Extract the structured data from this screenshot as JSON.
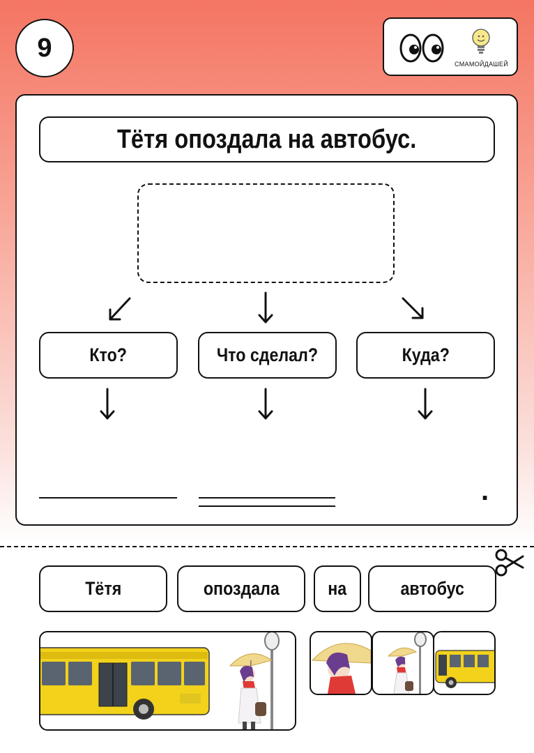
{
  "page": {
    "number": "9"
  },
  "logo": {
    "text": "СМАМОЙДАШЕЙ"
  },
  "task": {
    "sentence": "Тётя опоздала на автобус.",
    "questions": [
      {
        "label": "Кто?"
      },
      {
        "label": "Что сделал?"
      },
      {
        "label": "Куда?"
      }
    ],
    "ending_mark": "."
  },
  "cutout": {
    "words": [
      "Тётя",
      "опоздала",
      "на",
      "автобус"
    ]
  },
  "colors": {
    "header_top": "#f47562",
    "bus_yellow": "#f2d21b",
    "scarf_red": "#e03a36",
    "hair_purple": "#6b3d8f"
  }
}
